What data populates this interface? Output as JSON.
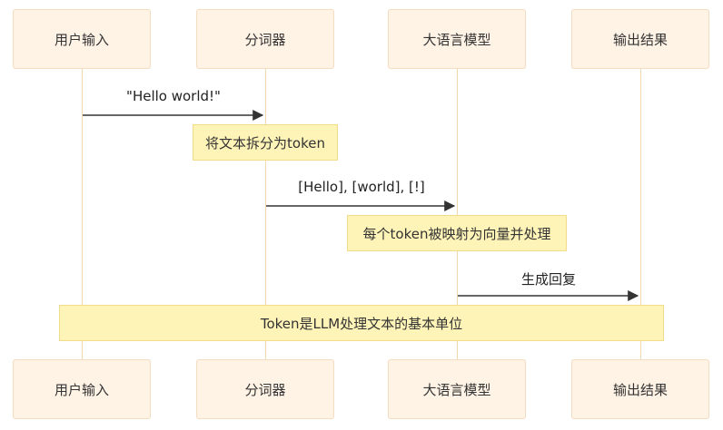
{
  "participants": [
    {
      "id": "user",
      "label": "用户输入"
    },
    {
      "id": "tokenizer",
      "label": "分词器"
    },
    {
      "id": "llm",
      "label": "大语言模型"
    },
    {
      "id": "output",
      "label": "输出结果"
    }
  ],
  "messages": [
    {
      "from": "user",
      "to": "tokenizer",
      "label": "\"Hello world!\""
    },
    {
      "from": "tokenizer",
      "to": "llm",
      "label": "[Hello], [world], [!]"
    },
    {
      "from": "llm",
      "to": "output",
      "label": "生成回复"
    }
  ],
  "notes": [
    {
      "over": "tokenizer",
      "text": "将文本拆分为token"
    },
    {
      "over": "llm",
      "text": "每个token被映射为向量并处理"
    },
    {
      "over": "user-output",
      "text": "Token是LLM处理文本的基本单位"
    }
  ]
}
